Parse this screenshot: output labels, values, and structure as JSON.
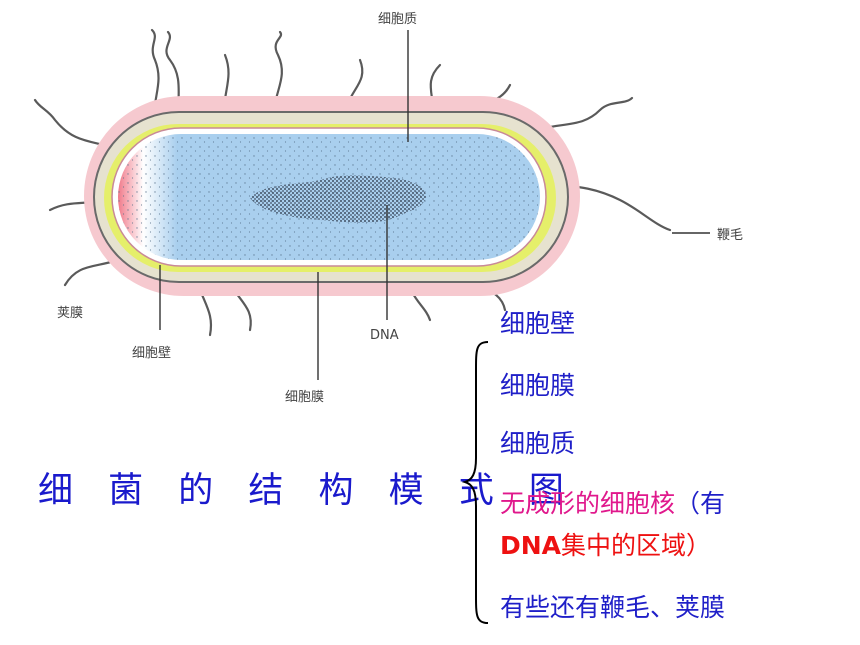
{
  "diagram": {
    "labels": {
      "cytoplasm": "细胞质",
      "flagellum": "鞭毛",
      "capsule": "荚膜",
      "cell_wall": "细胞壁",
      "dna": "DNA",
      "cell_membrane": "细胞膜"
    },
    "colors": {
      "capsule": "#f6c9cf",
      "wall": "#e6e2cf",
      "cytoplasm": "#a9cfee",
      "dna": "#4a5a6e",
      "flagellum": "#5a5a5a",
      "yellow_band": "#e5ef6a"
    }
  },
  "title": "细 菌 的 结 构 模 式 图",
  "structure_list": {
    "item1": "细胞壁",
    "item2": "细胞膜",
    "item3": "细胞质",
    "item4_part1": "无成形的细胞核",
    "item4_part2": "（有",
    "item4_dna": "DNA",
    "item4_part3": "集中的区域）",
    "item5": "有些还有鞭毛、荚膜"
  }
}
